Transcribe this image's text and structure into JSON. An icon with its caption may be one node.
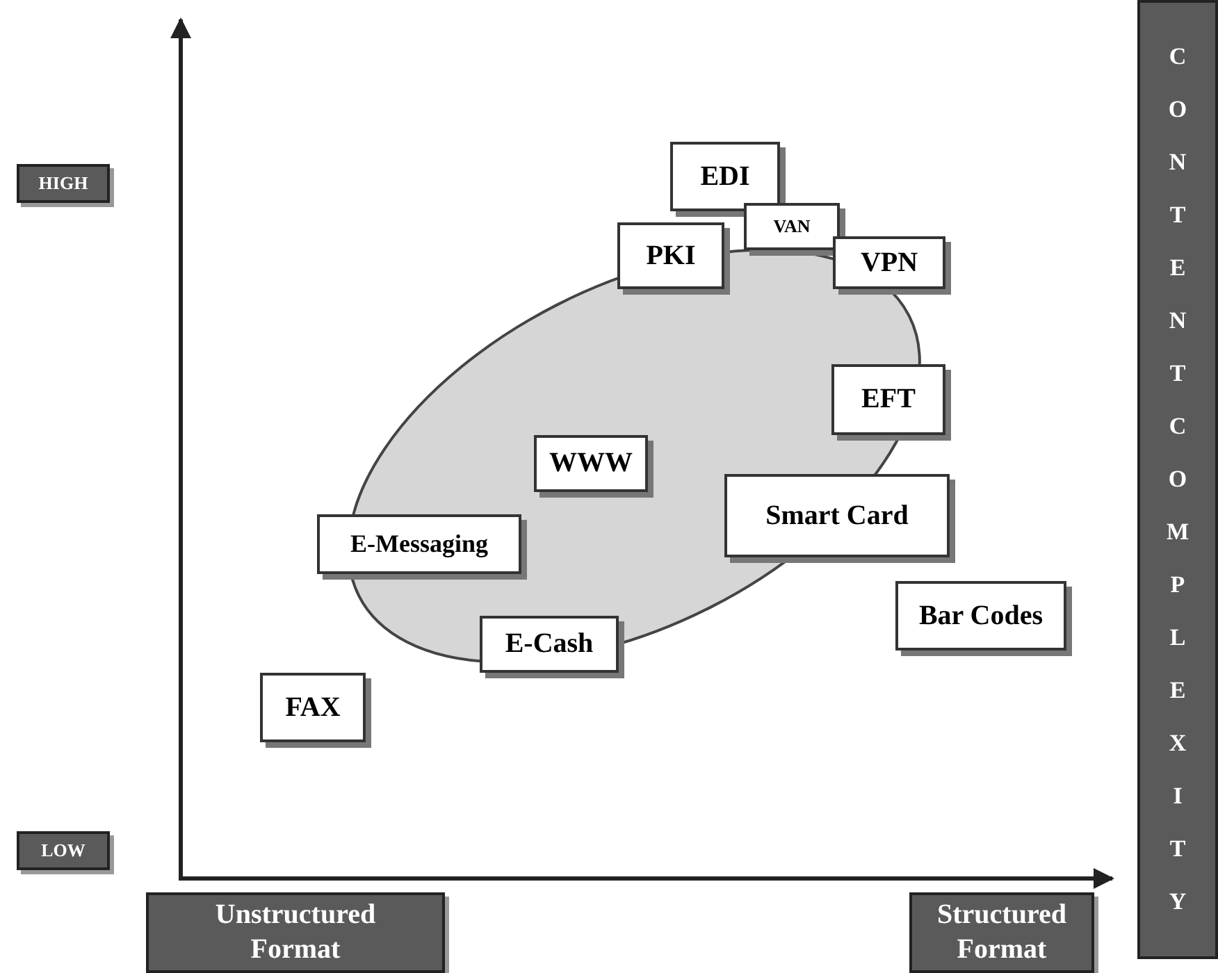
{
  "diagram": {
    "nodes": [
      {
        "text": [
          "HIGH"
        ]
      },
      {
        "text": [
          "EDI"
        ]
      },
      {
        "text": [
          "VAN"
        ]
      },
      {
        "text": [
          "PKI"
        ]
      },
      {
        "text": [
          "VPN"
        ]
      },
      {
        "text": [
          "EFT"
        ]
      },
      {
        "text": [
          "WWW"
        ]
      },
      {
        "text": [
          "Smart Card"
        ]
      },
      {
        "text": [
          "E-Messaging"
        ]
      },
      {
        "text": [
          "Bar Codes"
        ]
      },
      {
        "text": [
          "E-Cash"
        ]
      },
      {
        "text": [
          "FAX"
        ]
      },
      {
        "text": [
          "LOW"
        ]
      },
      {
        "text": [
          "Unstructured Format"
        ]
      },
      {
        "text": [
          "Structured Format"
        ]
      },
      {
        "text": [
          "CONTENT COMPLEXITY"
        ]
      }
    ],
    "edges": []
  }
}
